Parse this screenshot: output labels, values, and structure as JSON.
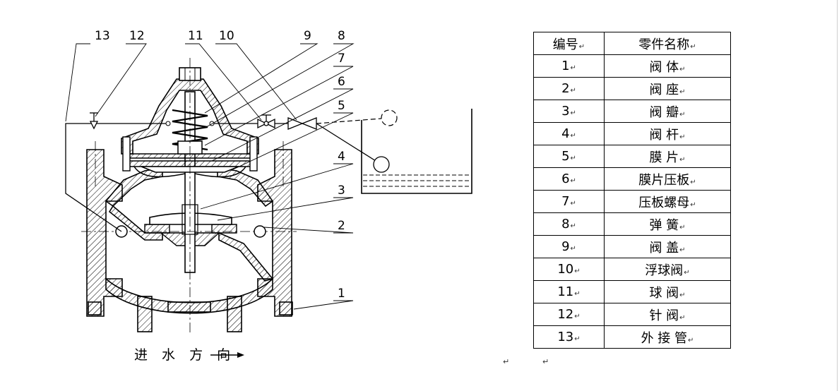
{
  "diagram": {
    "callouts": [
      "1",
      "2",
      "3",
      "4",
      "5",
      "6",
      "7",
      "8",
      "9",
      "10",
      "11",
      "12",
      "13"
    ],
    "flow_direction_label": "进 水 方 向"
  },
  "parts_table": {
    "headers": [
      "编号",
      "零件名称"
    ],
    "rows": [
      {
        "no": "1",
        "name": "阀 体"
      },
      {
        "no": "2",
        "name": "阀 座"
      },
      {
        "no": "3",
        "name": "阀 瓣"
      },
      {
        "no": "4",
        "name": "阀 杆"
      },
      {
        "no": "5",
        "name": "膜 片"
      },
      {
        "no": "6",
        "name": "膜片压板"
      },
      {
        "no": "7",
        "name": "压板螺母"
      },
      {
        "no": "8",
        "name": "弹 簧"
      },
      {
        "no": "9",
        "name": "阀 盖"
      },
      {
        "no": "10",
        "name": "浮球阀"
      },
      {
        "no": "11",
        "name": "球 阀"
      },
      {
        "no": "12",
        "name": "针 阀"
      },
      {
        "no": "13",
        "name": "外 接 管"
      }
    ]
  },
  "marks": {
    "paragraph_mark": "↵"
  }
}
